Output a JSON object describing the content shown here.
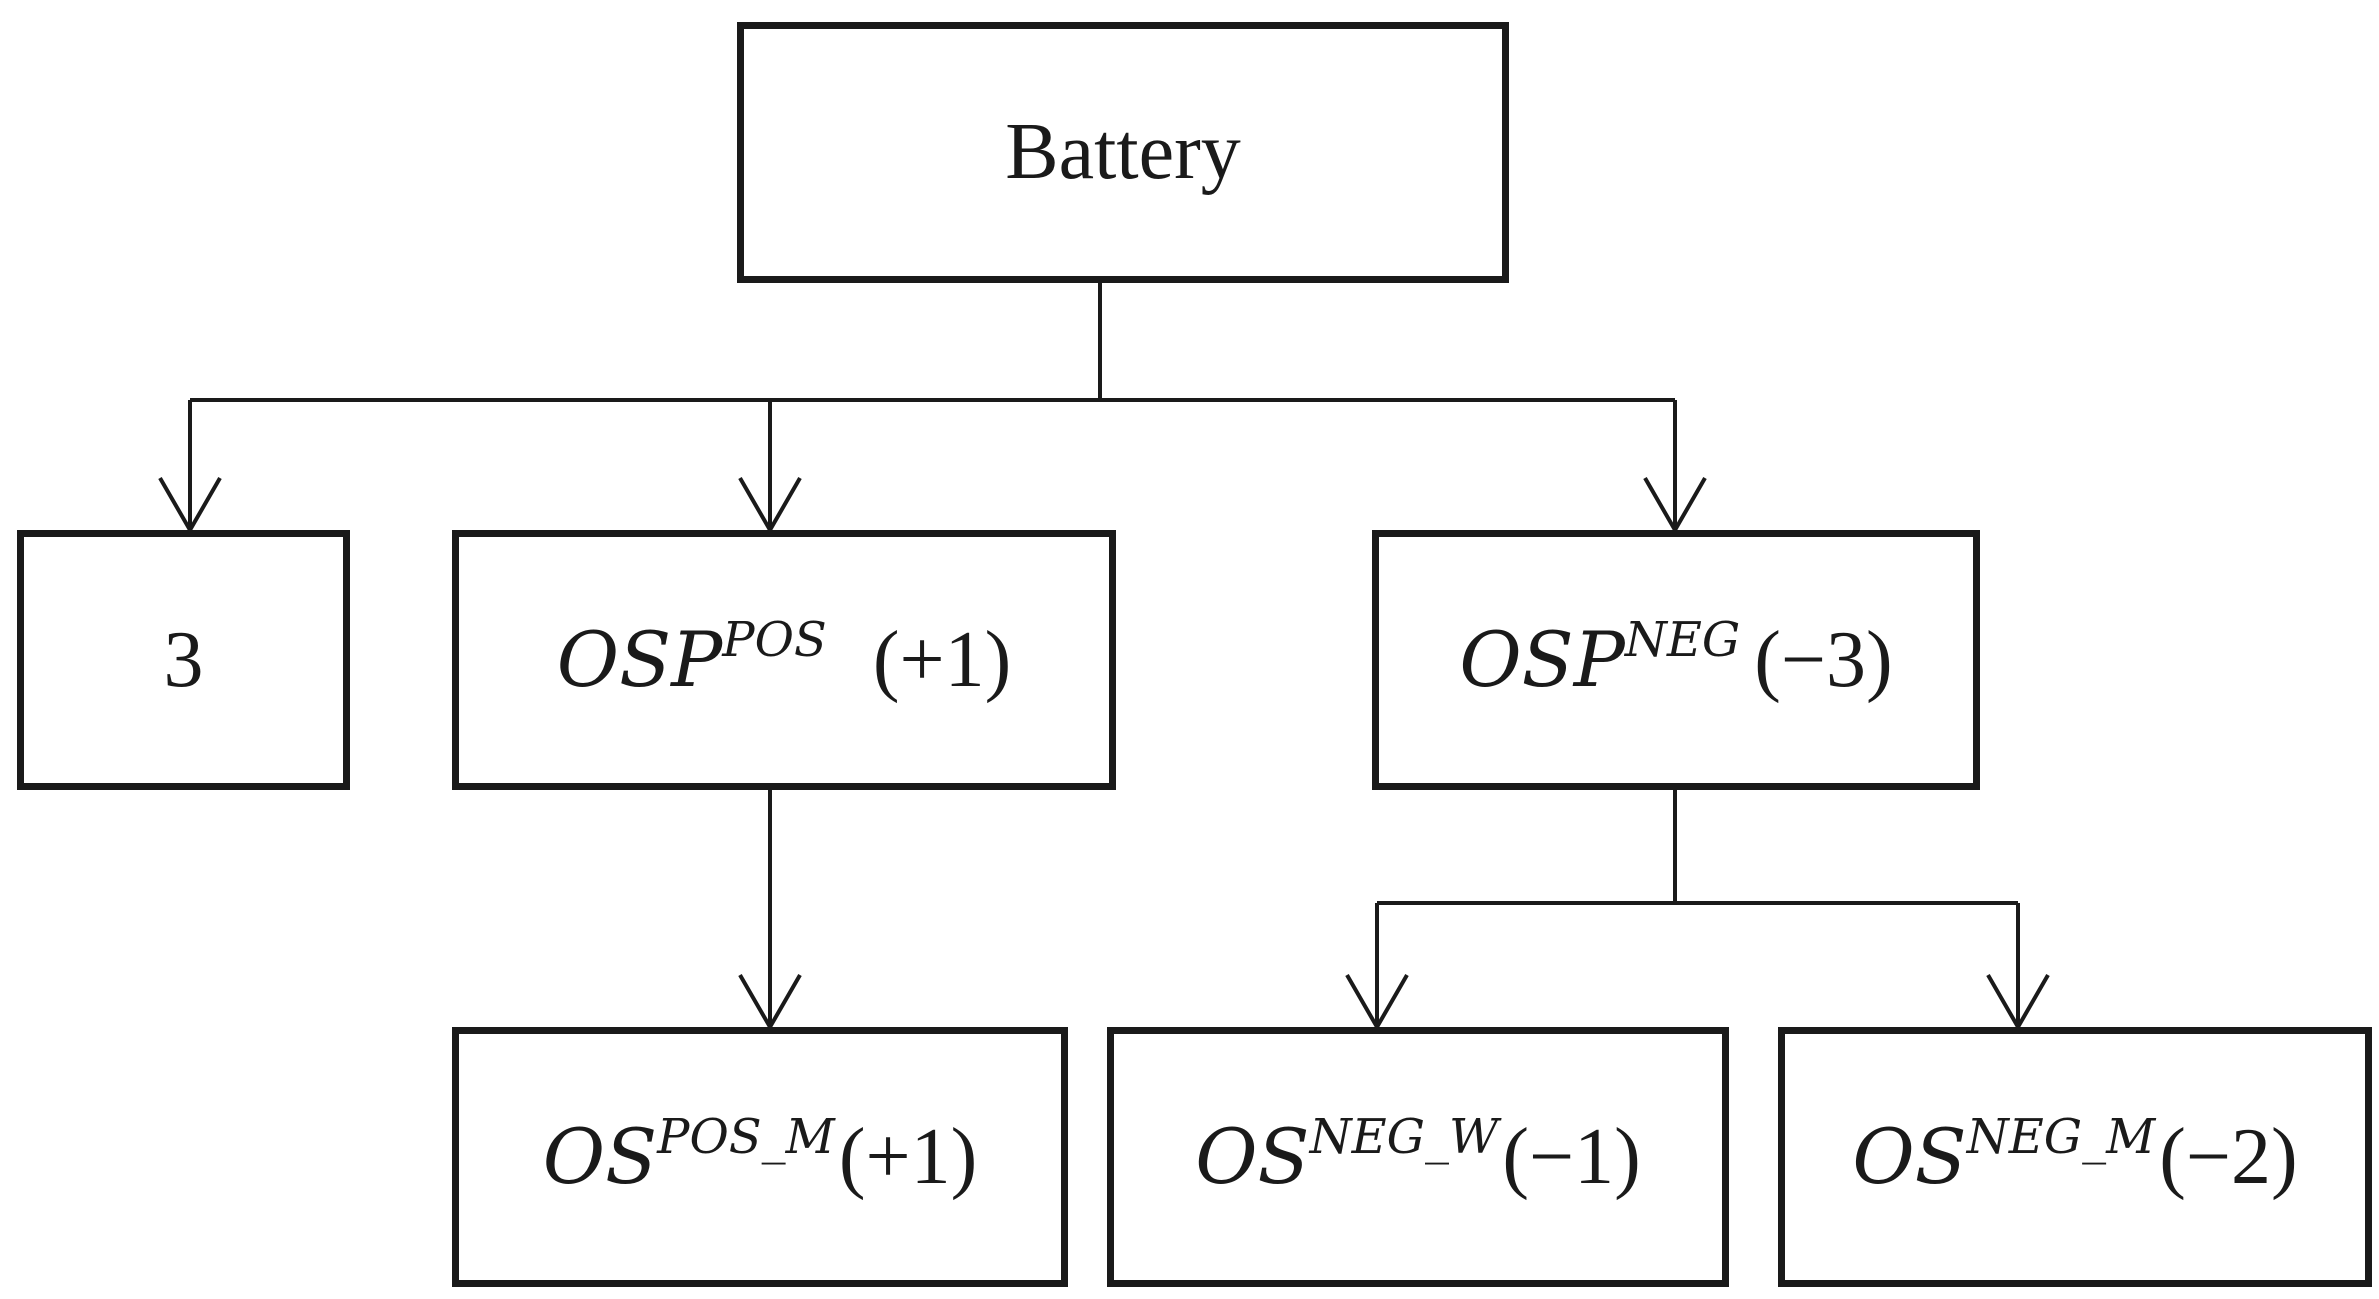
{
  "diagram": {
    "root": {
      "label": "Battery"
    },
    "level1": [
      {
        "id": "three",
        "label": "3"
      },
      {
        "id": "osp_pos",
        "main": "OSP",
        "sup": "POS",
        "value": "(+1)"
      },
      {
        "id": "osp_neg",
        "main": "OSP",
        "sup": "NEG",
        "value": "(−3)"
      }
    ],
    "level2": [
      {
        "id": "os_pos_m",
        "main": "OS",
        "sup": "POS_M",
        "value": "(+1)"
      },
      {
        "id": "os_neg_w",
        "main": "OS",
        "sup": "NEG_W",
        "value": "(−1)"
      },
      {
        "id": "os_neg_m",
        "main": "OS",
        "sup": "NEG_M",
        "value": "(−2)"
      }
    ],
    "colors": {
      "stroke": "#1a1a1a",
      "background": "#ffffff"
    }
  }
}
